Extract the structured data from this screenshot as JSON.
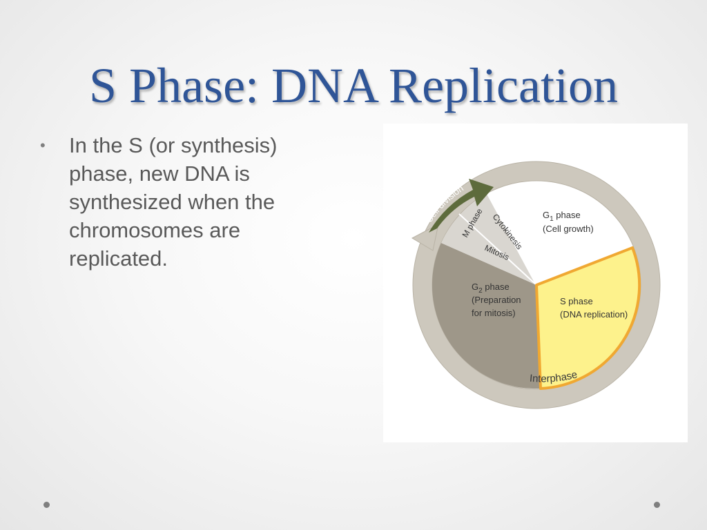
{
  "slide": {
    "title": "S Phase: DNA Replication",
    "bullets": [
      [
        "In the S (or synthesis)",
        "phase, new DNA is",
        "synthesized when the",
        "chromosomes are",
        "replicated."
      ]
    ],
    "bullet_symbol": "•"
  },
  "diagram": {
    "g1_phase": {
      "label": "G",
      "subscript": "1",
      "suffix": " phase",
      "detail": "(Cell growth)"
    },
    "s_phase": {
      "label": "S phase",
      "detail": "(DNA replication)"
    },
    "g2_phase": {
      "label": "G",
      "subscript": "2",
      "suffix": " phase",
      "detail_lines": [
        "(Preparation",
        "for mitosis)"
      ]
    },
    "m_phase": "M phase",
    "mitosis": "Mitosis",
    "cytokinesis": "Cytokinesis",
    "cell_division": "Cell division",
    "interphase": "Interphase",
    "colors": {
      "g1": "#ffffff",
      "s": "#fdf28c",
      "s_border": "#f0a832",
      "g2": "#9e9789",
      "m_wedge": "#cfccc6",
      "ring": "#cdc8bd",
      "arrow": "#5d6b3c",
      "title": "#2f5597",
      "body_text": "#595959"
    }
  }
}
